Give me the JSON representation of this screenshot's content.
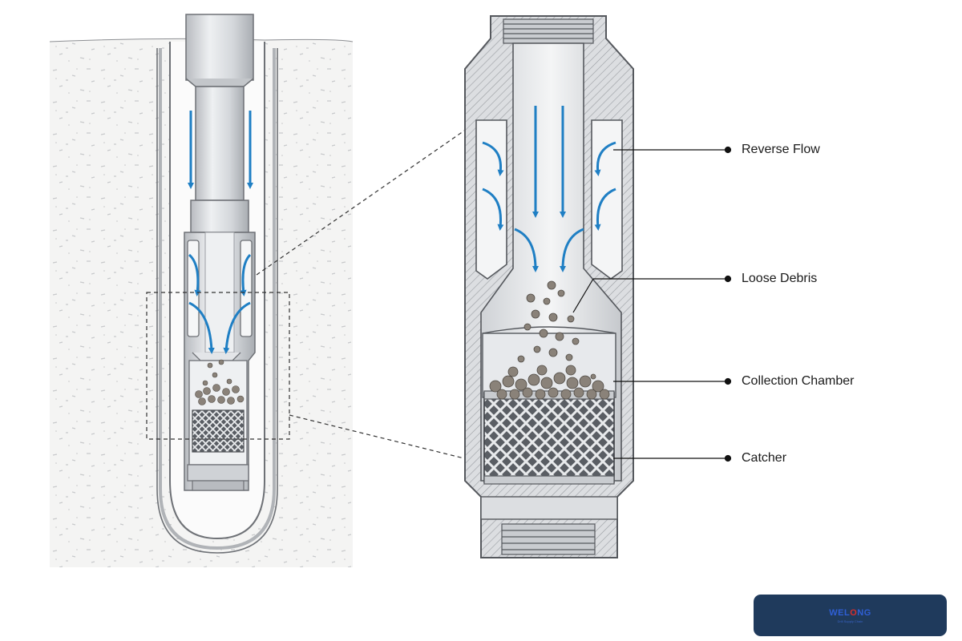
{
  "callouts": [
    {
      "id": "reverse-flow",
      "label": "Reverse Flow"
    },
    {
      "id": "loose-debris",
      "label": "Loose Debris"
    },
    {
      "id": "collection-chamber",
      "label": "Collection Chamber"
    },
    {
      "id": "catcher",
      "label": "Catcher"
    }
  ],
  "logo": {
    "word_start": "WEL",
    "word_mid": "O",
    "word_end": "NG",
    "tagline": "Drill Supply Chain",
    "bg_color": "#1f3a5c"
  },
  "colors": {
    "flow_arrow": "#1f7fc4",
    "steel": "#c9ccd0",
    "hatch": "#9a9da2",
    "debris": "#8a8279"
  }
}
